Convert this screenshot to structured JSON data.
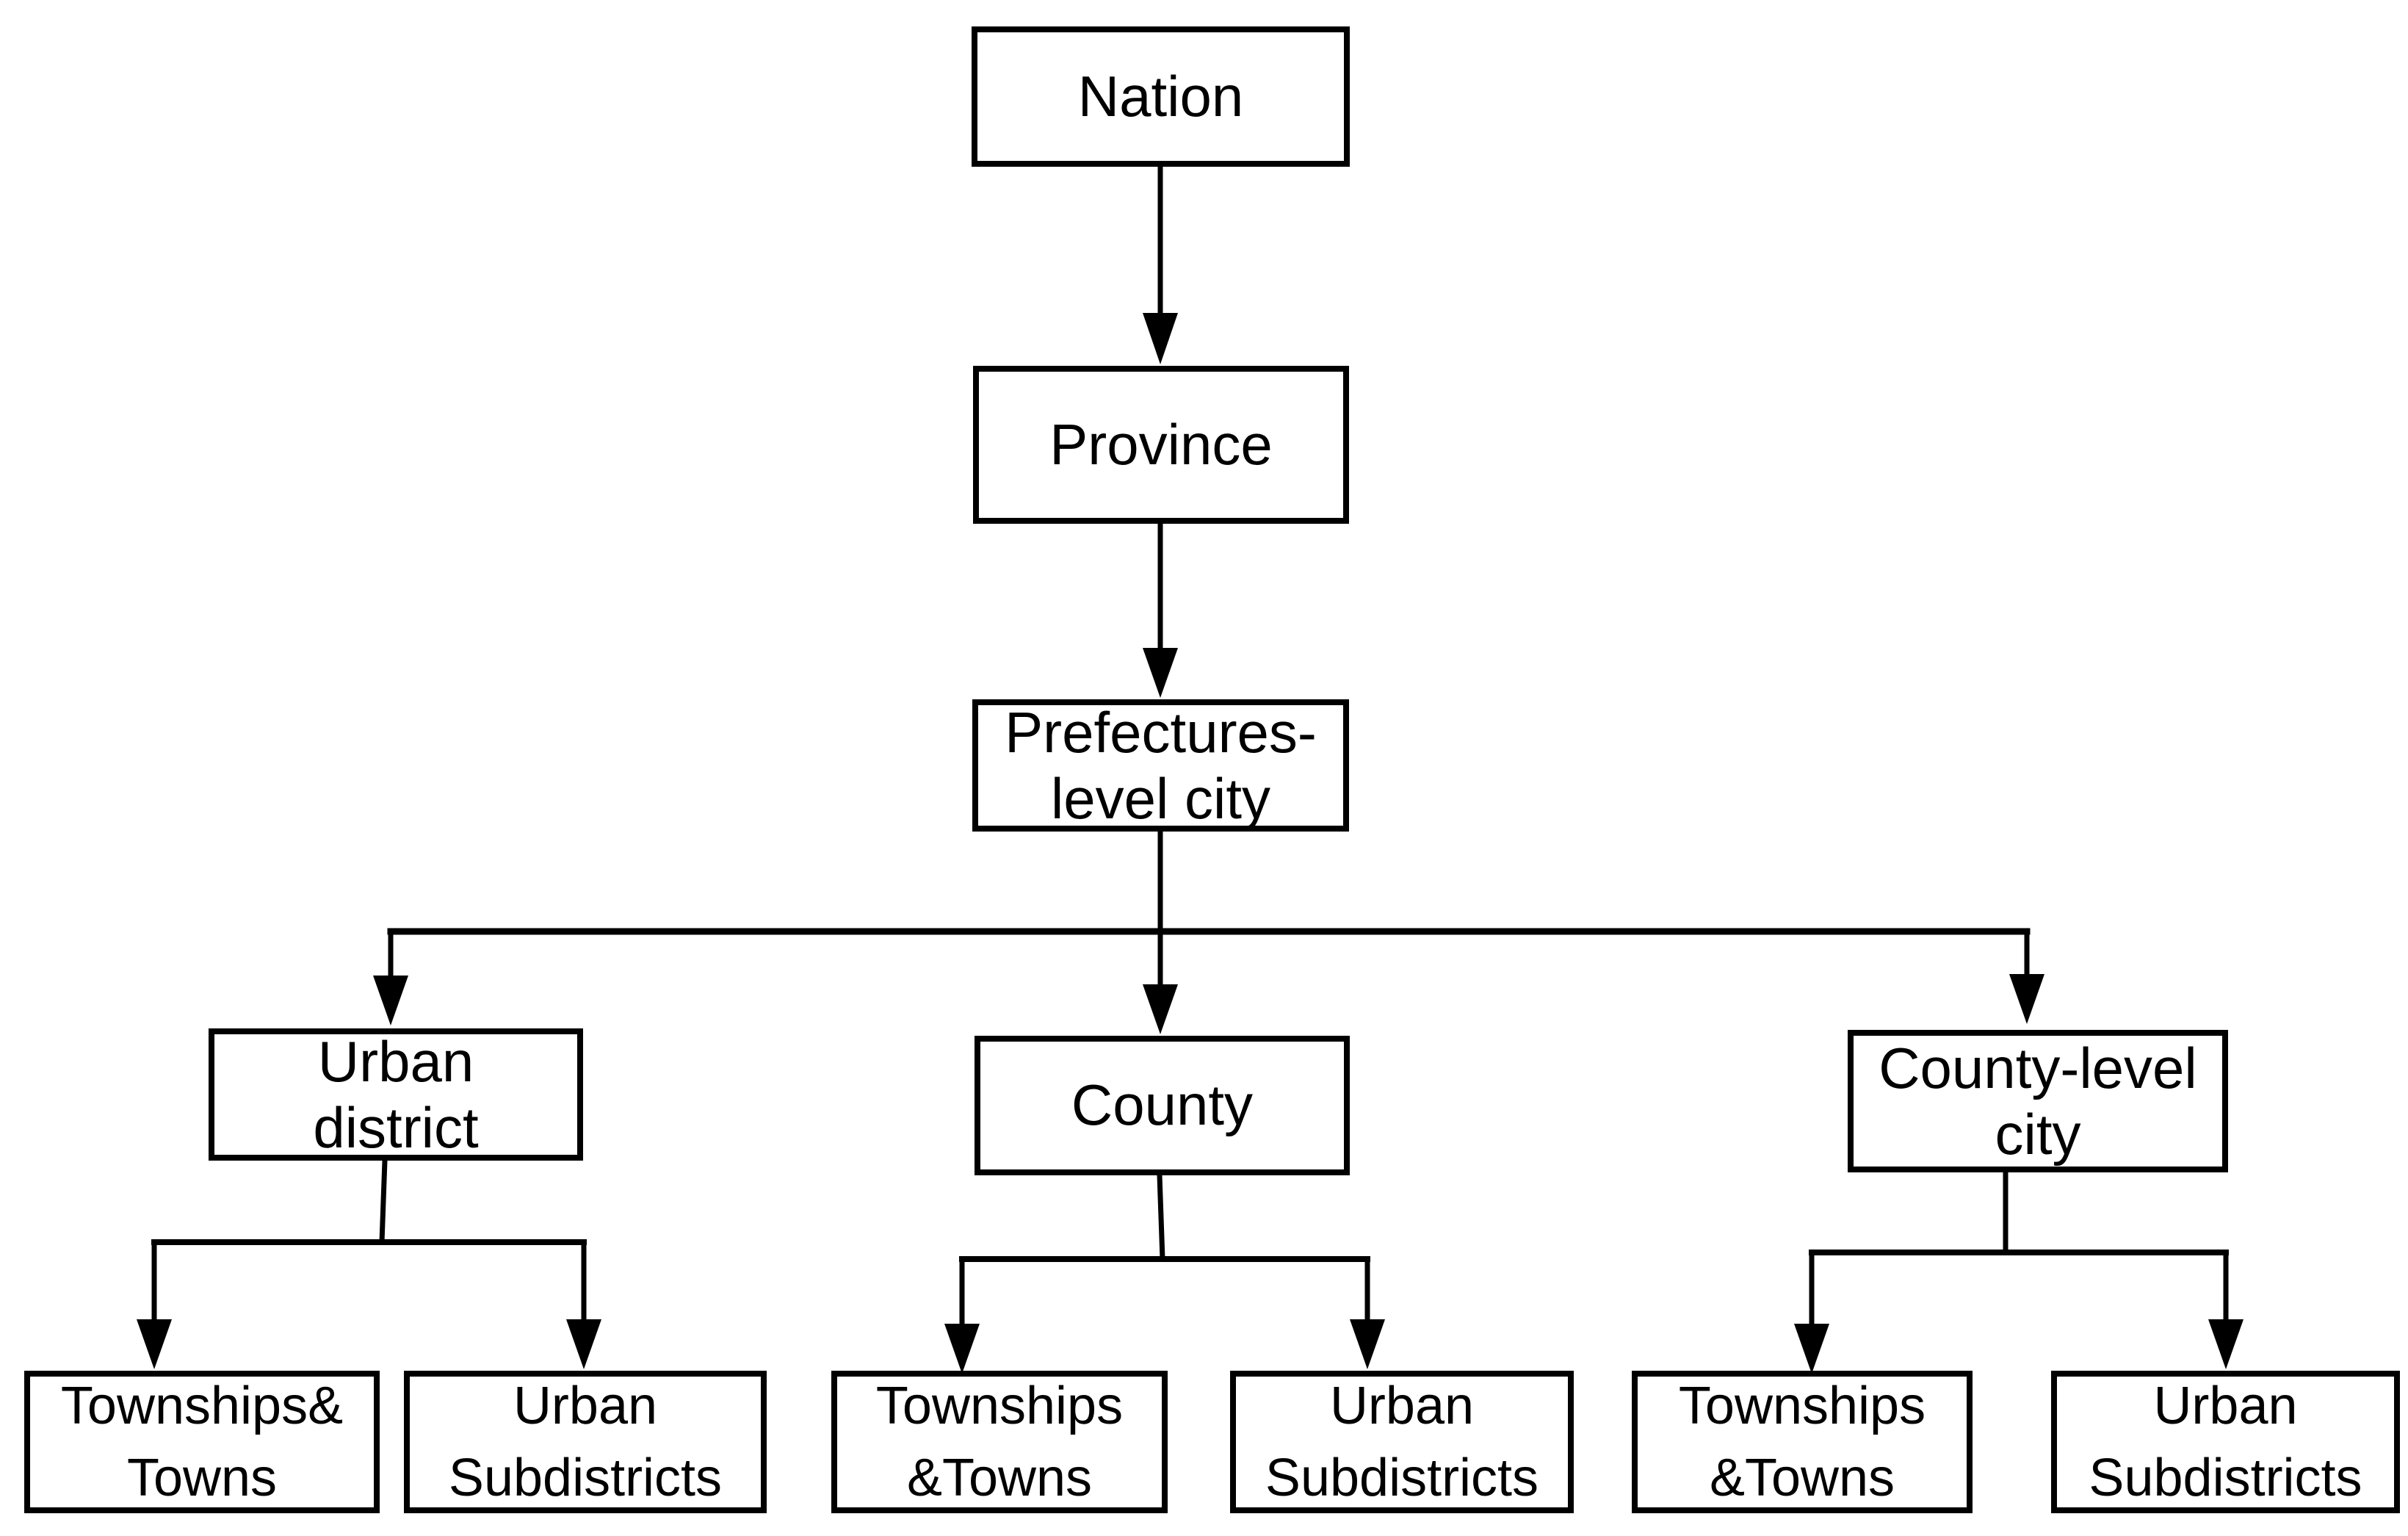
{
  "diagram": {
    "description": "Flowchart of administrative division hierarchy",
    "background_color": "#ffffff",
    "line_color": "#000000",
    "box_fill_color": "#ffffff",
    "text_color": "#000000",
    "nodes": [
      {
        "id": "nation",
        "label": "Nation"
      },
      {
        "id": "province",
        "label": "Province"
      },
      {
        "id": "prefectures-level-city",
        "label": "Prefectures-\nlevel city"
      },
      {
        "id": "urban-district",
        "label": "Urban\ndistrict"
      },
      {
        "id": "county",
        "label": "County"
      },
      {
        "id": "county-level-city",
        "label": "County-level\ncity"
      },
      {
        "id": "townships-towns-left",
        "label": "Townships&\nTowns"
      },
      {
        "id": "urban-subdistricts-left",
        "label": "Urban\nSubdistricts"
      },
      {
        "id": "townships-towns-middle",
        "label": "Townships\n&Towns"
      },
      {
        "id": "urban-subdistricts-middle",
        "label": "Urban\nSubdistricts"
      },
      {
        "id": "townships-towns-right",
        "label": "Townships\n&Towns"
      },
      {
        "id": "urban-subdistricts-right",
        "label": "Urban\nSubdistricts"
      }
    ],
    "edges": [
      {
        "from": "nation",
        "to": "province"
      },
      {
        "from": "province",
        "to": "prefectures-level-city"
      },
      {
        "from": "prefectures-level-city",
        "to": "urban-district"
      },
      {
        "from": "prefectures-level-city",
        "to": "county"
      },
      {
        "from": "prefectures-level-city",
        "to": "county-level-city"
      },
      {
        "from": "urban-district",
        "to": "townships-towns-left"
      },
      {
        "from": "urban-district",
        "to": "urban-subdistricts-left"
      },
      {
        "from": "county",
        "to": "townships-towns-middle"
      },
      {
        "from": "county",
        "to": "urban-subdistricts-middle"
      },
      {
        "from": "county-level-city",
        "to": "townships-towns-right"
      },
      {
        "from": "county-level-city",
        "to": "urban-subdistricts-right"
      }
    ]
  }
}
